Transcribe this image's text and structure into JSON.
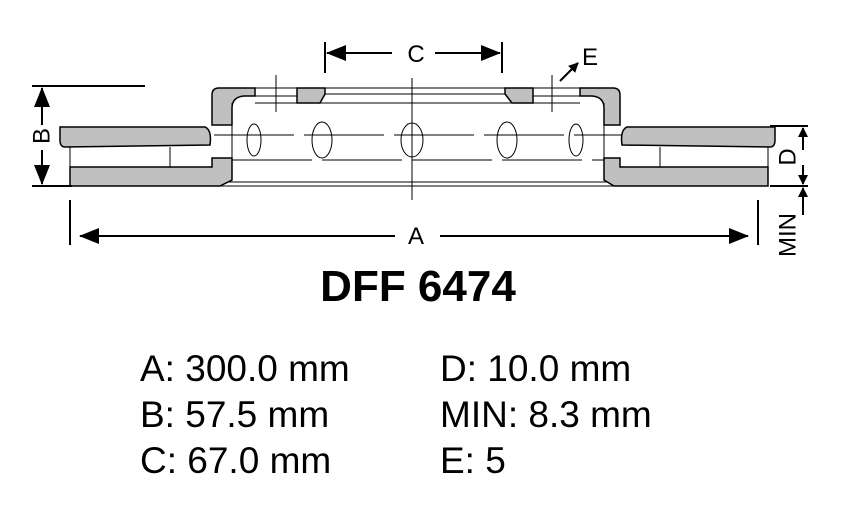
{
  "diagram": {
    "labels": {
      "a": "A",
      "b": "B",
      "c": "C",
      "d": "D",
      "e": "E",
      "min": "MIN"
    },
    "fill_color": "#c0c0c0"
  },
  "product_code": "DFF 6474",
  "specs": [
    {
      "label": "A: 300.0 mm"
    },
    {
      "label": "B: 57.5 mm"
    },
    {
      "label": "C: 67.0 mm"
    },
    {
      "label": "D: 10.0 mm"
    },
    {
      "label": "MIN: 8.3 mm"
    },
    {
      "label": "E: 5"
    }
  ]
}
